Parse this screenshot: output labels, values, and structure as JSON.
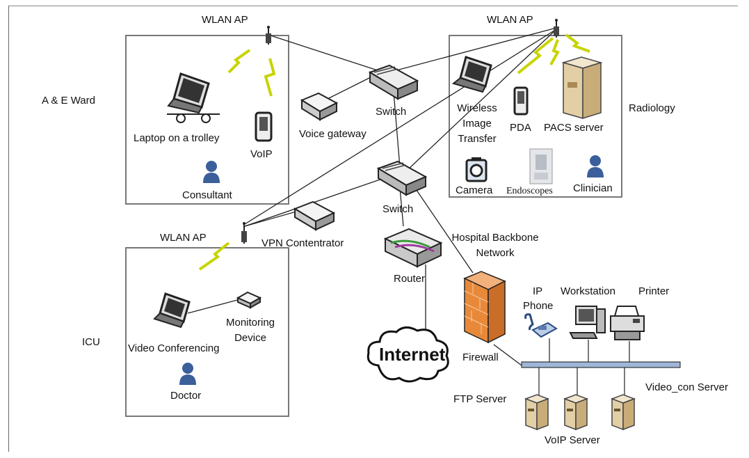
{
  "zones": {
    "ae_ward": "A & E Ward",
    "icu": "ICU",
    "radiology": "Radiology"
  },
  "labels": {
    "wlan_ap_ae": "WLAN AP",
    "wlan_ap_radiology": "WLAN AP",
    "wlan_ap_icu": "WLAN AP",
    "laptop_trolley": "Laptop on a trolley",
    "voip_phone": "VoIP",
    "consultant": "Consultant",
    "voice_gateway": "Voice gateway",
    "switch_top": "Switch",
    "switch_mid": "Switch",
    "wireless_image_transfer_1": "Wireless",
    "wireless_image_transfer_2": "Image",
    "wireless_image_transfer_3": "Transfer",
    "pda": "PDA",
    "pacs_server": "PACS server",
    "camera": "Camera",
    "endoscopes": "Endoscopes",
    "clinician": "Clinician",
    "vpn_concentrator": "VPN Contentrator",
    "hospital_backbone_1": "Hospital Backbone",
    "hospital_backbone_2": "Network",
    "router": "Router",
    "internet": "Internet",
    "firewall": "Firewall",
    "ip_phone_1": "IP",
    "ip_phone_2": "Phone",
    "workstation": "Workstation",
    "printer": "Printer",
    "video_conferencing": "Video Conferencing",
    "monitoring_device_1": "Monitoring",
    "monitoring_device_2": "Device",
    "doctor": "Doctor",
    "ftp_server": "FTP Server",
    "voip_server": "VoIP Server",
    "video_con_server": "Video_con Server"
  },
  "colors": {
    "zone_border": "#777777",
    "wireless_bolt": "#c8d400",
    "firewall": "#e8893a",
    "person": "#3b5f9a",
    "backbone_bar": "#9fb6d8"
  }
}
